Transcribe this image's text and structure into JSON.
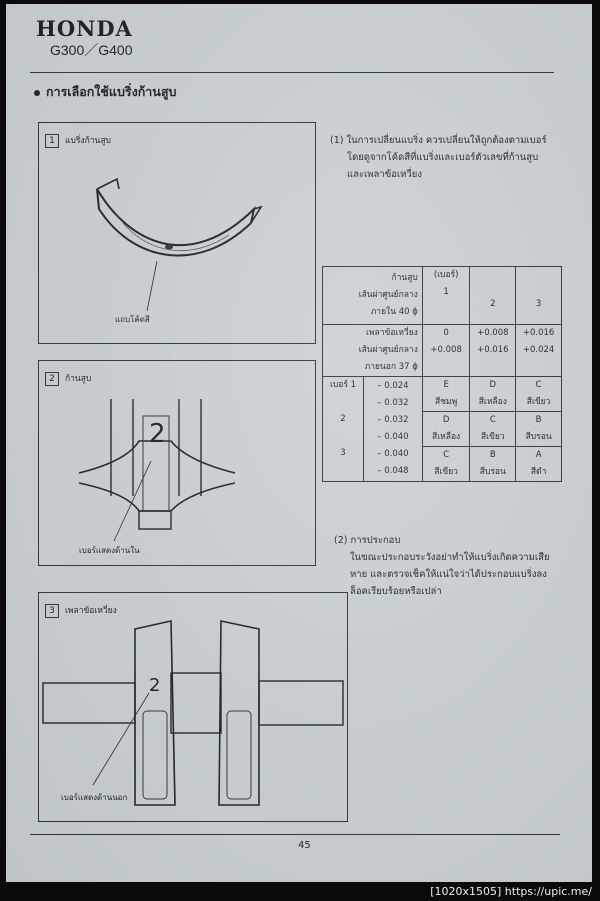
{
  "header": {
    "brand": "HONDA",
    "model": "G300／G400"
  },
  "section_title": "การเลือกใช้แบริ่งก้านสูบ",
  "figures": [
    {
      "num": "1",
      "title": "แบริ่งก้านสูบ",
      "callout": "แถบโค้ดสี"
    },
    {
      "num": "2",
      "title": "ก้านสูบ",
      "mark": "2",
      "callout": "เบอร์แสดงด้านใน"
    },
    {
      "num": "3",
      "title": "เพลาข้อเหวี่ยง",
      "mark": "2",
      "callout": "เบอร์แสดงด้านนอก"
    }
  ],
  "step1": {
    "num": "(1)",
    "lines": [
      "ในการเปลี่ยนแบริ่ง ควรเปลี่ยนให้ถูกต้องตามเบอร์",
      "โดยดูจากโค้ดสีที่แบริ่งและเบอร์ตัวเลขที่ก้านสูบ",
      "และเพลาข้อเหวี่ยง"
    ]
  },
  "table": {
    "rod_label": [
      "ก้านสูบ",
      "เส้นผ่าศูนย์กลาง",
      "ภายใน 40 ϕ"
    ],
    "rod_num_header": "(เบอร์)",
    "rod_nums": [
      "1",
      "2",
      "3"
    ],
    "crank_label": [
      "เพลาข้อเหวี่ยง",
      "เส้นผ่าศูนย์กลาง",
      "ภายนอก 37 ϕ"
    ],
    "rod_ranges": [
      {
        "col": "1",
        "values": [
          "0",
          "+0.008"
        ]
      },
      {
        "col": "2",
        "values": [
          "+0.008",
          "+0.016"
        ]
      },
      {
        "col": "3",
        "values": [
          "+0.016",
          "+0.024"
        ]
      }
    ],
    "row_label": "เบอร์",
    "rows": [
      {
        "num": "1",
        "range": [
          "– 0.024",
          "– 0.032"
        ],
        "cells": [
          [
            "E",
            "สีชมพู"
          ],
          [
            "D",
            "สีเหลือง"
          ],
          [
            "C",
            "สีเขียว"
          ]
        ]
      },
      {
        "num": "2",
        "range": [
          "– 0.032",
          "– 0.040"
        ],
        "cells": [
          [
            "D",
            "สีเหลือง"
          ],
          [
            "C",
            "สีเขียว"
          ],
          [
            "B",
            "สีบรอน"
          ]
        ]
      },
      {
        "num": "3",
        "range": [
          "– 0.040",
          "– 0.048"
        ],
        "cells": [
          [
            "C",
            "สีเขียว"
          ],
          [
            "B",
            "สีบรอน"
          ],
          [
            "A",
            "สีดำ"
          ]
        ]
      }
    ]
  },
  "step2": {
    "num": "(2)",
    "title": "การประกอบ",
    "lines": [
      "ในขณะประกอบระวังอย่าทำให้แบริ่งเกิดความเสีย",
      "หาย และตรวจเช็คให้แน่ใจว่าได้ประกอบแบริ่งลง",
      "ล็อคเรียบร้อยหรือเปล่า"
    ]
  },
  "page_number": "45",
  "watermark": "[1020x1505] https://upic.me/"
}
